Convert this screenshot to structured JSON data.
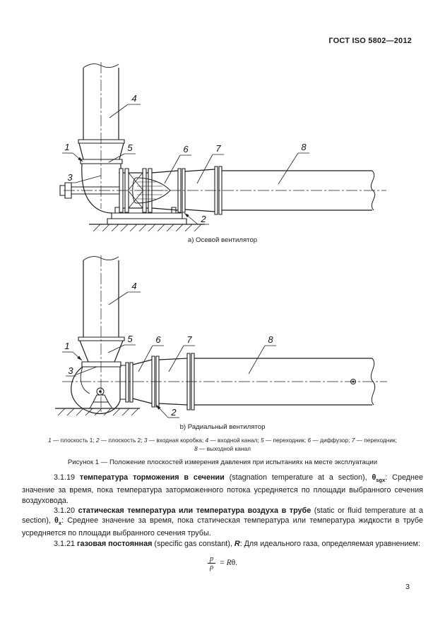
{
  "header": {
    "doc_code": "ГОСТ ISO 5802—2012"
  },
  "figure": {
    "callouts": [
      "1",
      "2",
      "3",
      "4",
      "5",
      "6",
      "7",
      "8"
    ],
    "caption_a": "а) Осевой вентилятор",
    "caption_b": "b) Радиальный вентилятор",
    "legend_line1": [
      {
        "t": "1",
        "i": true
      },
      {
        "t": " — плоскость 1; "
      },
      {
        "t": "2",
        "i": true
      },
      {
        "t": " — плоскость 2; "
      },
      {
        "t": "3",
        "i": true
      },
      {
        "t": " — входная коробка; "
      },
      {
        "t": "4",
        "i": true
      },
      {
        "t": " — входной канал; "
      },
      {
        "t": "5",
        "i": true
      },
      {
        "t": " — переходник; "
      },
      {
        "t": "6",
        "i": true
      },
      {
        "t": " — диффузор; "
      },
      {
        "t": "7",
        "i": true
      },
      {
        "t": " — переходник;"
      }
    ],
    "legend_line2": [
      {
        "t": "8",
        "i": true
      },
      {
        "t": " — выходной канал"
      }
    ],
    "title": "Рисунок 1 — Положение плоскостей измерения давления при испытаниях на месте эксплуатации"
  },
  "body": {
    "par_3_1_19": [
      {
        "t": "3.1.19 "
      },
      {
        "t": "температура торможения в сечении",
        "b": true
      },
      {
        "t": " (stagnation temperature at a section), "
      },
      {
        "t": "θ",
        "b": true
      },
      {
        "t": "sgx",
        "b": true,
        "sub": true
      },
      {
        "t": ": Среднее значение за время, пока температура заторможенного потока усредняется по площади выбранного сечения воздуховода."
      }
    ],
    "par_3_1_20": [
      {
        "t": "3.1.20 "
      },
      {
        "t": "статическая температура или температура воздуха в трубе",
        "b": true
      },
      {
        "t": " (static or fluid temperature at a section), "
      },
      {
        "t": "θ",
        "b": true
      },
      {
        "t": "x",
        "b": true,
        "sub": true
      },
      {
        "t": ": Среднее значение за время, пока статическая температура или температура жидкости в трубе усредняется по площади выбранного сечения трубы."
      }
    ],
    "par_3_1_21": [
      {
        "t": "3.1.21 "
      },
      {
        "t": "газовая постоянная",
        "b": true
      },
      {
        "t": " (specific gas constant), "
      },
      {
        "t": "R",
        "b": true,
        "i": true
      },
      {
        "t": ": Для идеального газа, определяемая уравнением:"
      }
    ],
    "formula": {
      "num": "p",
      "den": "ρ",
      "rhs": [
        {
          "t": "= "
        },
        {
          "t": "R",
          "i": true
        },
        {
          "t": "θ."
        }
      ]
    }
  },
  "page_number": "3"
}
